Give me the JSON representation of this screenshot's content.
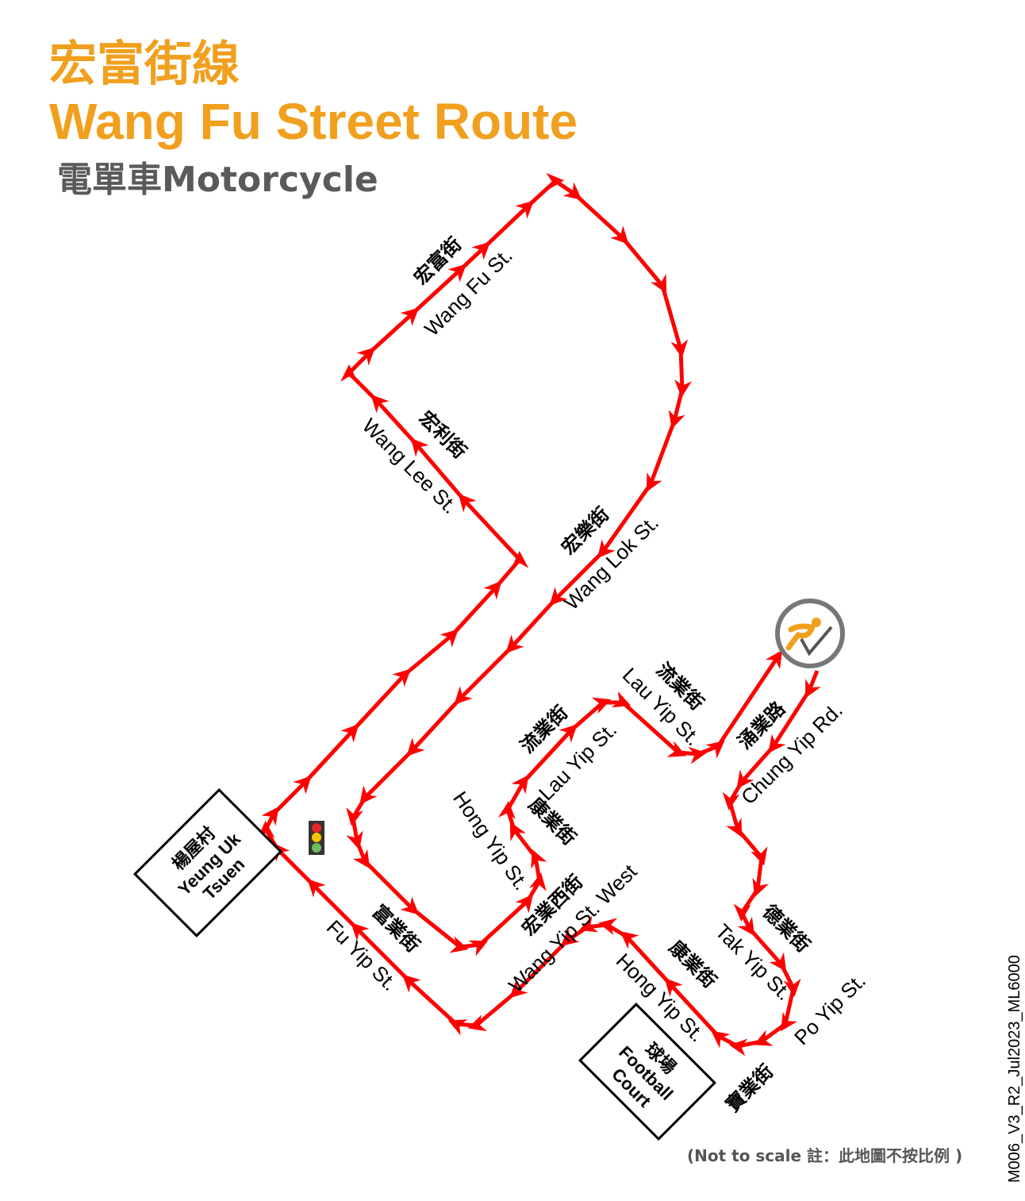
{
  "title": {
    "zh": "宏富街線",
    "en": "Wang Fu Street Route",
    "subtitle": "電單車Motorcycle"
  },
  "colors": {
    "route": "#ff0000",
    "title": "#f0a01e",
    "subtitle": "#5a5a5a",
    "icon_ring": "#777777"
  },
  "streets": {
    "wang_fu": {
      "zh": "宏富街",
      "en": "Wang Fu St."
    },
    "wang_lee": {
      "zh": "宏利街",
      "en": "Wang Lee St."
    },
    "wang_lok": {
      "zh": "宏樂街",
      "en": "Wang Lok St."
    },
    "lau_yip_1": {
      "zh": "流業街",
      "en": "Lau Yip St."
    },
    "lau_yip_2": {
      "zh": "流業街",
      "en": "Lau Yip St."
    },
    "chung_yip": {
      "zh": "涌業路",
      "en": "Chung Yip Rd."
    },
    "hong_yip_1": {
      "zh": "康業街",
      "en": "Hong Yip St."
    },
    "hong_yip_2": {
      "zh": "康業街",
      "en": "Hong Yip St."
    },
    "wang_yip_west": {
      "zh": "宏業西街",
      "en": "Wang Yip St. West"
    },
    "fu_yip": {
      "zh": "富業街",
      "en": "Fu Yip St."
    },
    "tak_yip": {
      "zh": "德業街",
      "en": "Tak Yip St."
    },
    "po_yip": {
      "zh": "寶業街",
      "en": "Po Yip St."
    }
  },
  "landmarks": {
    "yeung_uk": {
      "zh": "楊屋村",
      "en1": "Yeung Uk",
      "en2": "Tsuen"
    },
    "football": {
      "zh": "球場",
      "en1": "Football",
      "en2": "Court"
    }
  },
  "icons": [
    "test-centre-icon",
    "traffic-light-icon"
  ],
  "note": "(Not to scale 註：此地圖不按比例 )",
  "code": "M006_V3_R2_Jul2023_ML6000"
}
